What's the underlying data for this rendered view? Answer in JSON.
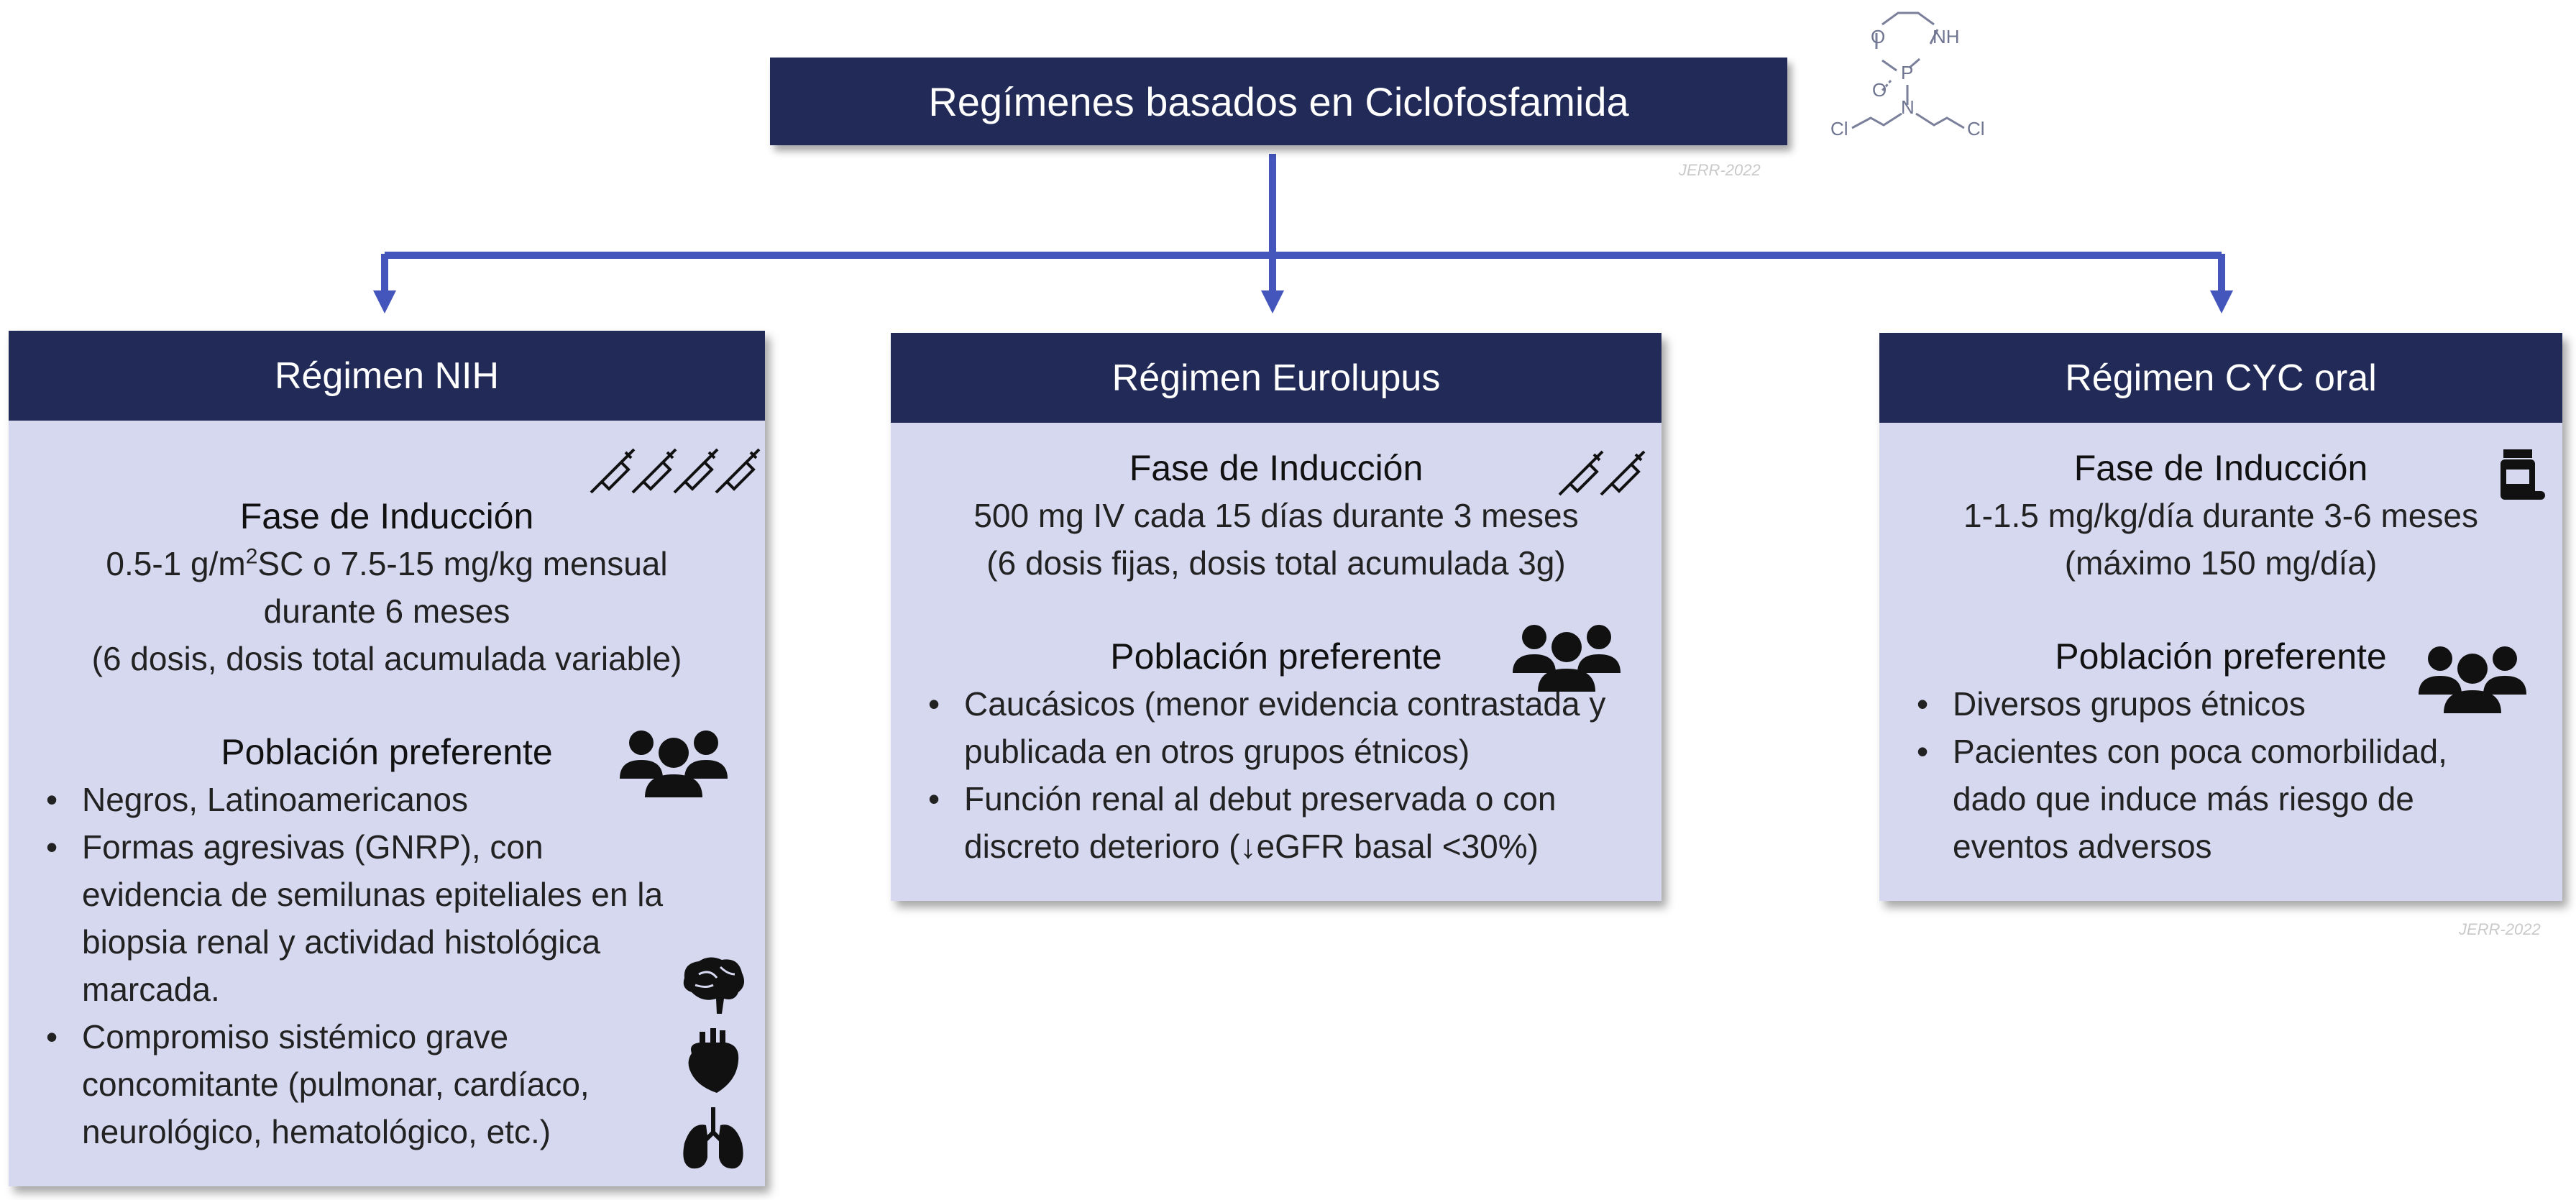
{
  "header": {
    "title": "Regímenes basados en Ciclofosfamida",
    "watermark": "JERR-2022",
    "molecule": {
      "labels": [
        "O",
        "NH",
        "O",
        "P",
        "N",
        "Cl",
        "Cl"
      ]
    }
  },
  "panels": {
    "nih": {
      "title": "Régimen NIH",
      "induction_title": "Fase de Inducción",
      "induction_line1_pre": "0.5-1 g/m",
      "induction_line1_sup": "2",
      "induction_line1_post": "SC o 7.5-15 mg/kg mensual",
      "induction_line2": "durante 6 meses",
      "induction_line3": "(6 dosis, dosis total acumulada variable)",
      "population_title": "Población preferente",
      "bullets": [
        "Negros, Latinoamericanos",
        "Formas agresivas (GNRP), con evidencia de semilunas epiteliales en la biopsia renal y actividad histológica marcada.",
        "Compromiso sistémico grave concomitante (pulmonar, cardíaco, neurológico, hematológico, etc.)"
      ]
    },
    "eurolupus": {
      "title": "Régimen Eurolupus",
      "induction_title": "Fase de Inducción",
      "induction_line1": "500 mg IV cada 15 días durante 3 meses",
      "induction_line2": "(6 dosis fijas, dosis total acumulada 3g)",
      "population_title": "Población preferente",
      "bullets": [
        "Caucásicos (menor evidencia contrastada y publicada en otros grupos étnicos)",
        "Función renal al debut preservada o con discreto deterioro (↓eGFR basal <30%)"
      ]
    },
    "cyc_oral": {
      "title": "Régimen CYC oral",
      "induction_title": "Fase de Inducción",
      "induction_line1": "1-1.5 mg/kg/día durante 3-6 meses",
      "induction_line2": "(máximo 150 mg/día)",
      "population_title": "Población preferente",
      "bullets": [
        "Diversos grupos étnicos",
        "Pacientes con poca comorbilidad, dado que induce más riesgo de eventos adversos"
      ],
      "watermark": "JERR-2022"
    }
  },
  "icons": {
    "syringe": "syringe-icon",
    "people": "group-icon",
    "pill_bottle": "pill-bottle-icon",
    "brain": "brain-icon",
    "heart": "heart-icon",
    "lungs": "lungs-icon"
  },
  "colors": {
    "header_bg": "#222b57",
    "panel_bg": "#d6d8ef",
    "connector": "#4455bb"
  }
}
